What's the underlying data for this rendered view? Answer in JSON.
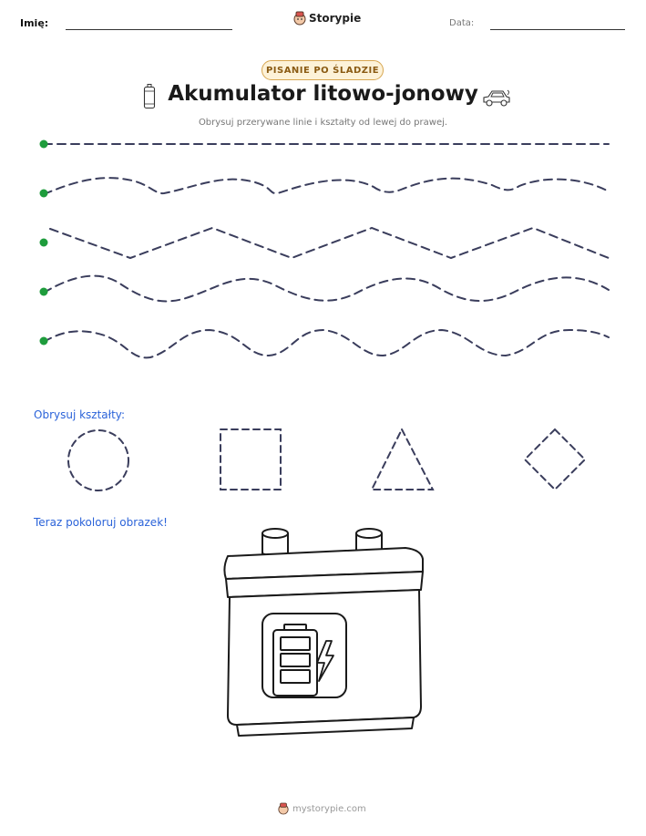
{
  "header": {
    "name_label": "Imię:",
    "date_label": "Data:",
    "brand": "Storypie"
  },
  "worksheet": {
    "badge": "PISANIE PO ŚLADZIE",
    "title": "Akumulator litowo-jonowy",
    "subtitle": "Obrysuj przerywane linie i kształty od lewej do prawej."
  },
  "shapes_section": {
    "label": "Obrysuj kształty:",
    "shapes": [
      "circle",
      "square",
      "triangle",
      "diamond"
    ]
  },
  "coloring_section": {
    "label": "Teraz pokoloruj obrazek!"
  },
  "icons": [
    "battery-icon",
    "car-icon",
    "storypie-logo-icon",
    "lightning-icon"
  ],
  "colors": {
    "start_dot": "#1e9c3c",
    "trace_line": "#3a3d5c",
    "section_label": "#2b63d9",
    "badge_border": "#d7a650"
  },
  "footer": {
    "url": "mystorypie.com"
  }
}
